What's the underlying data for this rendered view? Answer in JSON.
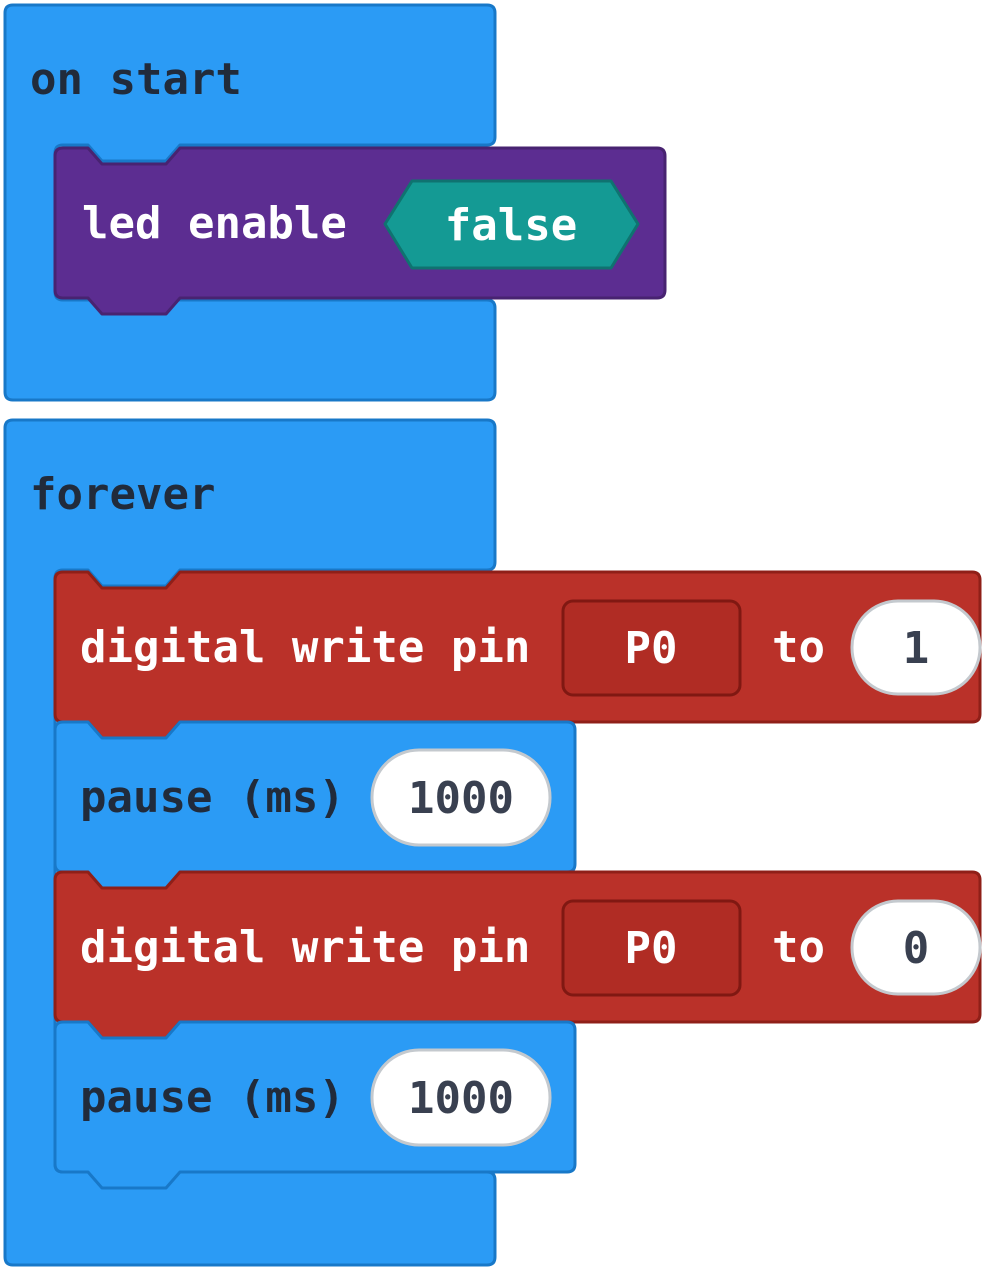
{
  "colors": {
    "basic_blue": "#2B9BF5",
    "basic_blue_border": "#1878C8",
    "pins_red": "#BA3129",
    "pins_red_border": "#8F1F18",
    "led_purple": "#5C2D91",
    "led_purple_border": "#482371",
    "logic_teal": "#149A94",
    "logic_teal_border": "#0F7370",
    "value_oval_fill": "#FFFFFF",
    "value_oval_border": "#C4C9CE",
    "dark_text": "#212B3B",
    "light_text": "#FFFFFF",
    "number_text": "#394050"
  },
  "on_start": {
    "label": "on start",
    "led_enable": {
      "label": "led enable",
      "value": "false"
    }
  },
  "forever": {
    "label": "forever",
    "rows": [
      {
        "label": "digital write pin",
        "pin": "P0",
        "to": "to",
        "value": "1"
      },
      {
        "label": "pause (ms)",
        "value": "1000"
      },
      {
        "label": "digital write pin",
        "pin": "P0",
        "to": "to",
        "value": "0"
      },
      {
        "label": "pause (ms)",
        "value": "1000"
      }
    ]
  }
}
